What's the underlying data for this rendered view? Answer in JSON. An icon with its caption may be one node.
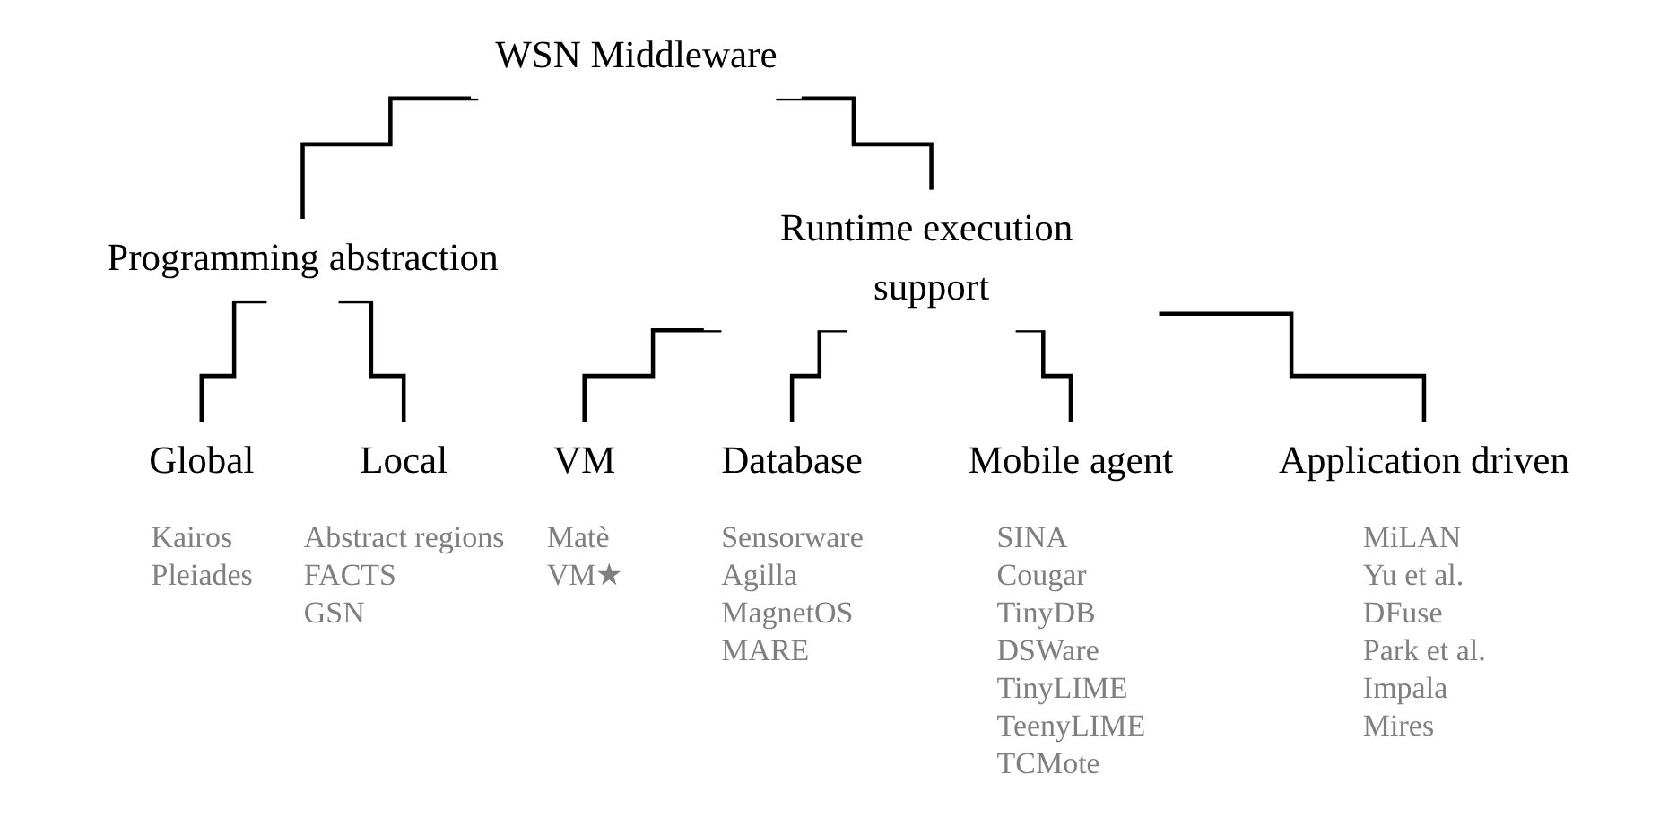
{
  "diagram": {
    "nodes": [
      {
        "text": [
          "WSN Middleware"
        ]
      },
      {
        "text": [
          "Programming abstraction"
        ]
      },
      {
        "text": [
          "Runtime execution support"
        ]
      },
      {
        "text": [
          "Global"
        ],
        "beside": [
          "Kairos",
          "Pleiades"
        ]
      },
      {
        "text": [
          "Local"
        ],
        "beside": [
          "Abstract regions",
          "FACTS",
          "GSN"
        ]
      },
      {
        "text": [
          "VM"
        ],
        "beside": [
          "Matè",
          "VM★"
        ]
      },
      {
        "text": [
          "Database"
        ],
        "beside": [
          "Sensorware",
          "Agilla",
          "MagnetOS",
          "MARE"
        ]
      },
      {
        "text": [
          "Mobile agent"
        ],
        "beside": [
          "SINA",
          "Cougar",
          "TinyDB",
          "DSWare",
          "TinyLIME",
          "TeenyLIME",
          "TCMote"
        ]
      },
      {
        "text": [
          "Application driven"
        ],
        "beside": [
          "MiLAN",
          "Yu et al.",
          "DFuse",
          "Park et al.",
          "Impala",
          "Mires"
        ]
      }
    ],
    "edges": [
      {
        "from": 0,
        "to": 1,
        "arrow": "none"
      },
      {
        "from": 0,
        "to": 2,
        "arrow": "none"
      },
      {
        "from": 1,
        "to": 3,
        "arrow": "none"
      },
      {
        "from": 1,
        "to": 4,
        "arrow": "none"
      },
      {
        "from": 2,
        "to": 5,
        "arrow": "none"
      },
      {
        "from": 2,
        "to": 6,
        "arrow": "none"
      },
      {
        "from": 2,
        "to": 7,
        "arrow": "none"
      },
      {
        "from": 2,
        "to": 8,
        "arrow": "none"
      }
    ]
  }
}
